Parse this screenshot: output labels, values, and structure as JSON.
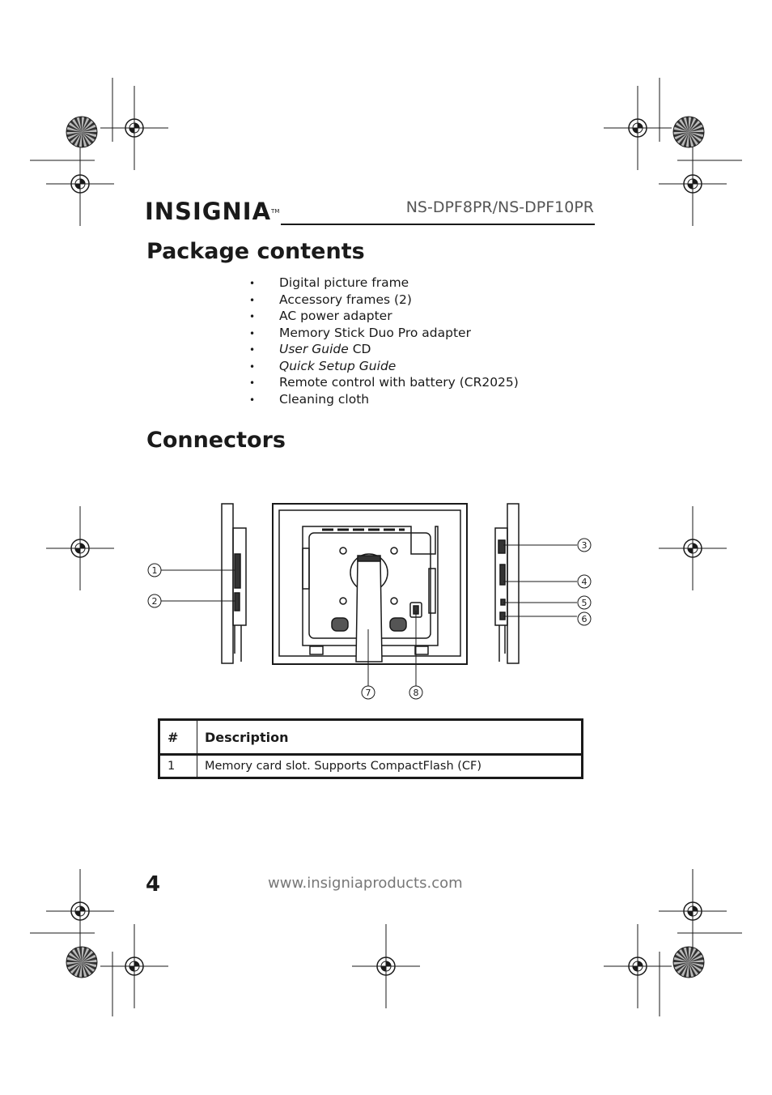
{
  "header": {
    "logo": "INSIGNIA",
    "trademark": "TM",
    "model": "NS-DPF8PR/NS-DPF10PR"
  },
  "package_contents": {
    "title": "Package contents",
    "bullet": "•",
    "items": [
      {
        "italic": "",
        "text": "Digital picture frame"
      },
      {
        "italic": "",
        "text": "Accessory frames (2)"
      },
      {
        "italic": "",
        "text": "AC power adapter"
      },
      {
        "italic": "",
        "text": "Memory Stick Duo Pro adapter"
      },
      {
        "italic": "User Guide",
        "text": " CD"
      },
      {
        "italic": "Quick Setup Guide",
        "text": ""
      },
      {
        "italic": "",
        "text": "Remote control with battery (CR2025)"
      },
      {
        "italic": "",
        "text": "Cleaning cloth"
      }
    ]
  },
  "connectors": {
    "title": "Connectors",
    "callouts": [
      "1",
      "2",
      "3",
      "4",
      "5",
      "6",
      "7",
      "8"
    ],
    "table": {
      "headers": [
        "#",
        "Description"
      ],
      "rows": [
        [
          "1",
          "Memory card slot. Supports CompactFlash (CF)"
        ]
      ]
    }
  },
  "footer": {
    "page_number": "4",
    "url": "www.insigniaproducts.com"
  }
}
